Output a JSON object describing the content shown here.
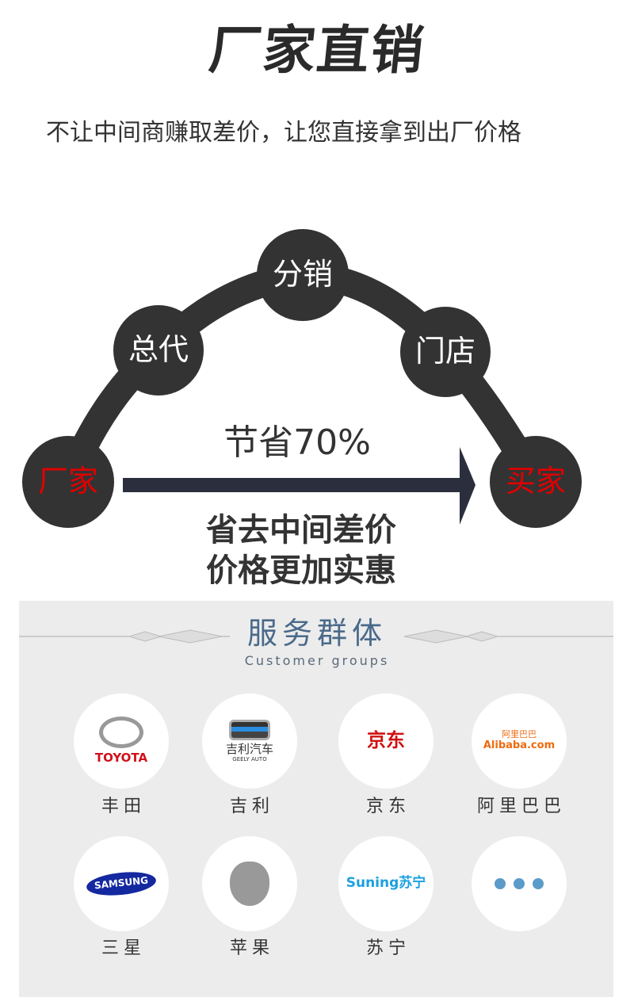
{
  "header": {
    "title": "厂家直销",
    "subtitle": "不让中间商赚取差价，让您直接拿到出厂价格"
  },
  "diagram": {
    "nodes": [
      "厂家",
      "总代",
      "分销",
      "门店",
      "买家"
    ],
    "saving": "节省70%",
    "line1": "省去中间差价",
    "line2": "价格更加实惠"
  },
  "section": {
    "title": "服务群体",
    "subtitle": "Customer groups"
  },
  "brands": [
    {
      "label": "丰田",
      "logo_text": "TOYOTA"
    },
    {
      "label": "吉利",
      "logo_text": "吉利汽车",
      "logo_sub": "GEELY AUTO"
    },
    {
      "label": "京东",
      "logo_text": "京东"
    },
    {
      "label": "阿里巴巴",
      "logo_text": "阿里巴巴",
      "logo_sub": "Alibaba.com"
    },
    {
      "label": "三星",
      "logo_text": "SAMSUNG"
    },
    {
      "label": "苹果",
      "logo_text": ""
    },
    {
      "label": "苏宁",
      "logo_text": "Suning苏宁"
    },
    {
      "label": "",
      "logo_text": ""
    }
  ],
  "colors": {
    "dark": "#333333",
    "red": "#e00000",
    "arrow": "#2b2f3d",
    "panel": "#ececec"
  }
}
